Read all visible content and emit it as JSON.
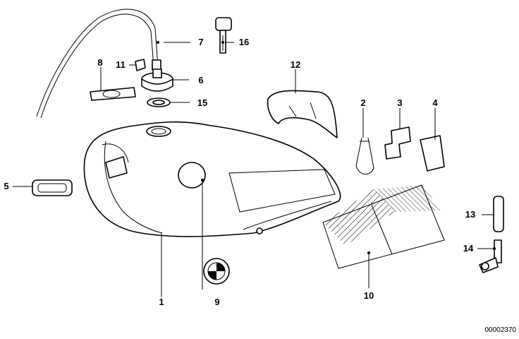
{
  "diagram": {
    "callouts": [
      {
        "id": "1",
        "label": "1"
      },
      {
        "id": "2",
        "label": "2"
      },
      {
        "id": "3",
        "label": "3"
      },
      {
        "id": "4",
        "label": "4"
      },
      {
        "id": "5",
        "label": "5"
      },
      {
        "id": "6",
        "label": "6"
      },
      {
        "id": "7",
        "label": "7"
      },
      {
        "id": "8",
        "label": "8"
      },
      {
        "id": "9",
        "label": "9"
      },
      {
        "id": "10",
        "label": "10"
      },
      {
        "id": "11",
        "label": "11"
      },
      {
        "id": "12",
        "label": "12"
      },
      {
        "id": "13",
        "label": "13"
      },
      {
        "id": "14",
        "label": "14"
      },
      {
        "id": "15",
        "label": "15"
      },
      {
        "id": "16",
        "label": "16"
      }
    ],
    "document_number": "00002370"
  }
}
